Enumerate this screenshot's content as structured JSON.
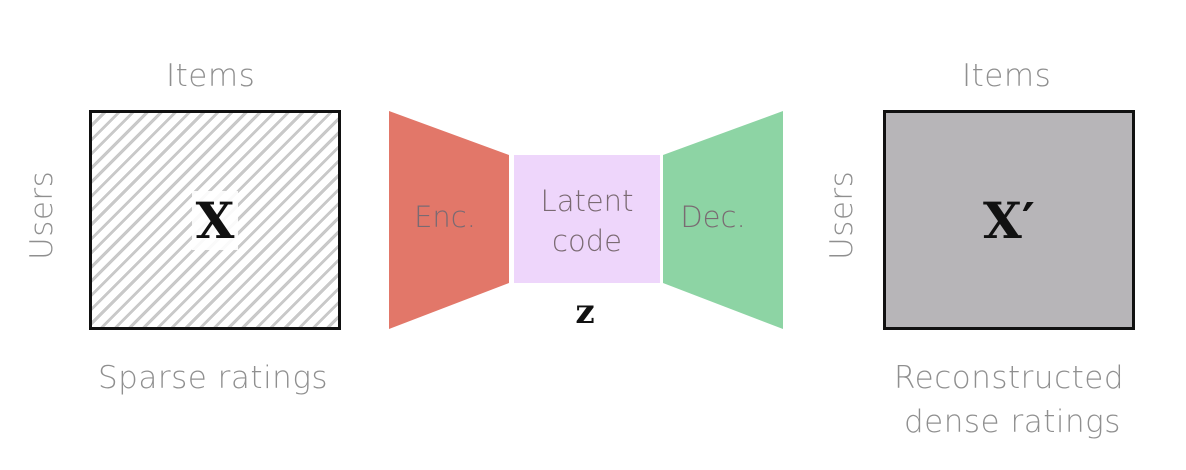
{
  "left": {
    "top_label": "Items",
    "side_label": "Users",
    "symbol": "X",
    "caption": "Sparse ratings"
  },
  "autoencoder": {
    "encoder": "Enc.",
    "latent_line1": "Latent",
    "latent_line2": "code",
    "decoder": "Dec.",
    "latent_symbol": "z",
    "colors": {
      "encoder": "#e27769",
      "latent": "#eed6fb",
      "decoder": "#8dd4a4"
    }
  },
  "right": {
    "top_label": "Items",
    "side_label": "Users",
    "symbol": "X′",
    "caption_line1": "Reconstructed",
    "caption_line2": "dense ratings"
  }
}
